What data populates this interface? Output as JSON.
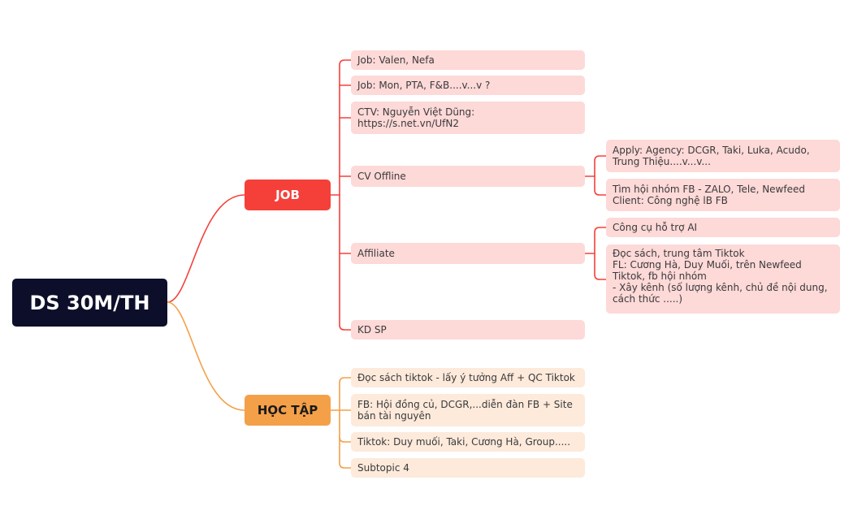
{
  "root": {
    "label": "DS 30M/TH"
  },
  "job": {
    "label": "JOB",
    "items": [
      "Job: Valen, Nefa",
      "Job: Mon, PTA, F&B....v...v ?",
      "CTV: Nguyễn Việt Dũng:\nhttps://s.net.vn/UfN2",
      "CV Offline",
      "Affiliate",
      "KD SP"
    ],
    "cv_offline_items": [
      "Apply: Agency: DCGR, Taki, Luka, Acudo, Trung Thiệu....v...v...",
      "Tìm hội nhóm FB - ZALO, Tele, Newfeed\nClient: Công nghệ lB FB"
    ],
    "affiliate_items": [
      "Công cụ hỗ trợ AI",
      "Đọc sách, trung tâm Tiktok\nFL: Cương Hà, Duy Muối, trên Newfeed Tiktok, fb hội nhóm\n- Xây kênh (số lượng kênh, chủ đề nội dung, cách thức .....)"
    ]
  },
  "study": {
    "label": "HỌC TẬP",
    "items": [
      "Đọc sách tiktok - lấy ý tưởng Aff + QC Tiktok",
      "FB: Hội đồng củ, DCGR,...diễn đàn FB + Site bán tài nguyên",
      "Tiktok: Duy muối, Taki, Cương Hà, Group.....",
      "Subtopic 4"
    ]
  },
  "colors": {
    "root": "#0d0f2a",
    "job": "#f5403a",
    "study": "#f4a049",
    "job_topic": "#fdd9d8",
    "study_topic": "#fdeadb"
  }
}
